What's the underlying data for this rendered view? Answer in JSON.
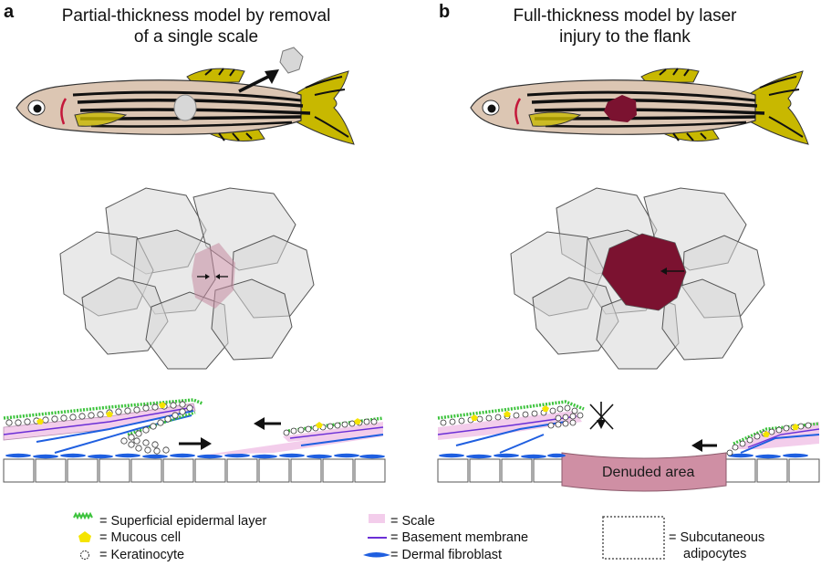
{
  "panels": [
    {
      "letter": "a",
      "title_lines": [
        "Partial-thickness model by removal",
        "of a single scale"
      ]
    },
    {
      "letter": "b",
      "title_lines": [
        "Full-thickness model by laser",
        "injury to the flank"
      ]
    }
  ],
  "denuded_label": "Denuded area",
  "legend": [
    {
      "text": "= Superficial epidermal layer",
      "icon": "epidermis-icon"
    },
    {
      "text": "= Mucous cell",
      "icon": "pentagon-icon"
    },
    {
      "text": "= Keratinocyte",
      "icon": "circle-icon"
    },
    {
      "text": "= Scale",
      "icon": "pink-rect-icon"
    },
    {
      "text": "= Basement membrane",
      "icon": "line-icon"
    },
    {
      "text": "= Dermal fibroblast",
      "icon": "spindle-icon"
    },
    {
      "text": "= Subcutaneous",
      "icon": "dotted-box-icon"
    },
    {
      "text": "adipocytes",
      "icon": ""
    }
  ],
  "colors": {
    "fish_body": "#dcc6b3",
    "fin_yellow": "#c8b800",
    "scale_gray": "#d7d7d7",
    "wound_dark": "#7b1230",
    "wound_light": "#c48aa0",
    "scale_pink": "#f3cdeb",
    "epidermis_green": "#3cc33c",
    "mucous_yellow": "#f5e400",
    "fibroblast_blue": "#1f5fe0",
    "membrane_purple": "#6b2fd6",
    "denuded_fill": "#cf8fa4"
  }
}
